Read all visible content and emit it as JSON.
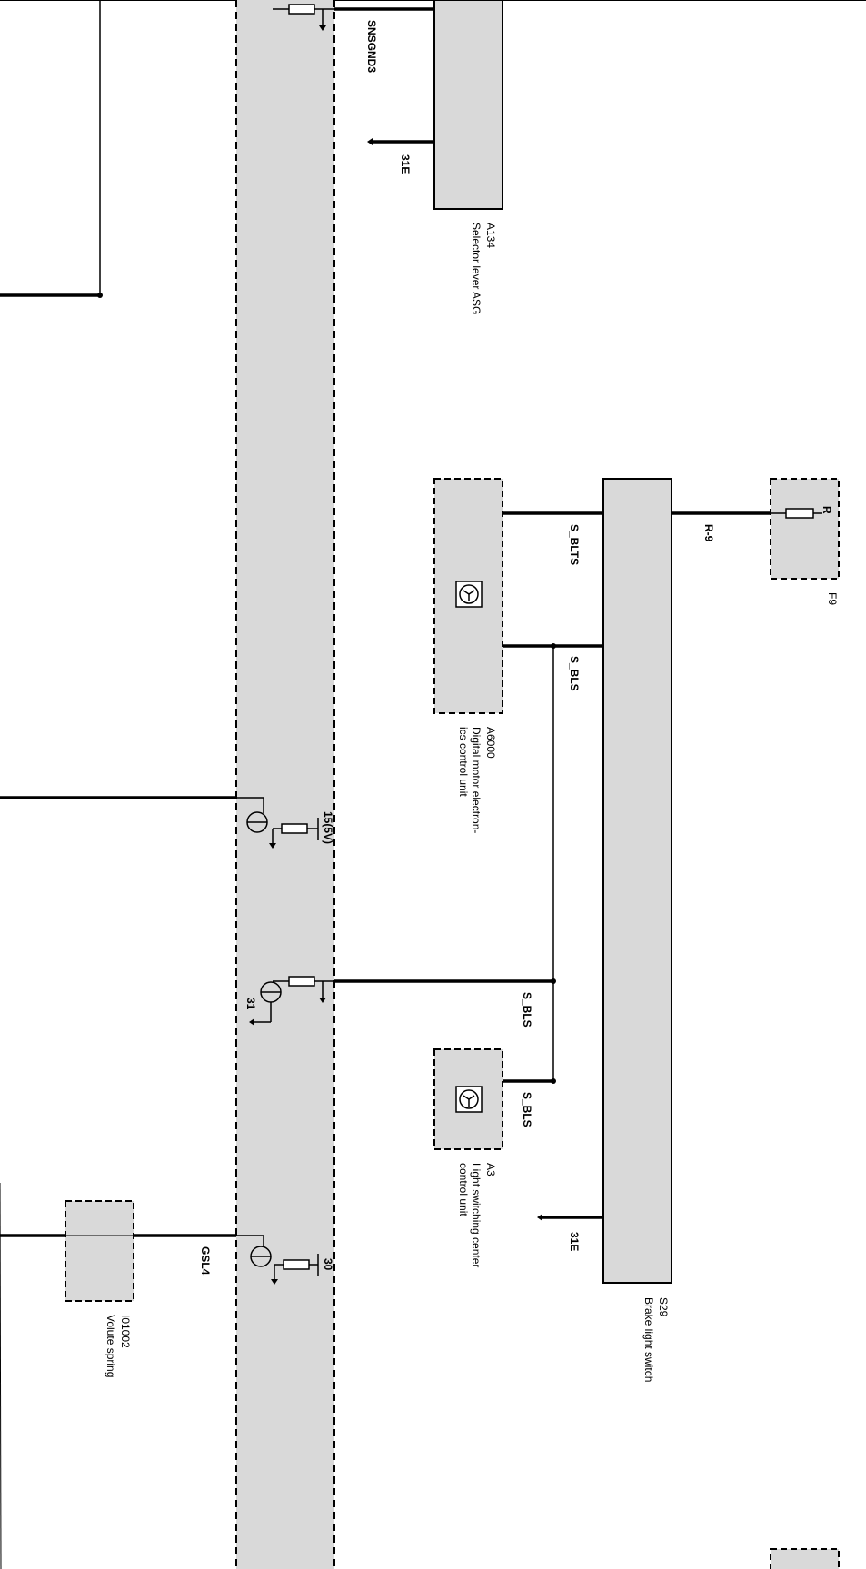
{
  "components": {
    "a134": {
      "id": "A134",
      "name": "Selector lever ASG"
    },
    "a6000": {
      "id": "A6000",
      "name_l1": "Digital motor electron-",
      "name_l2": "ics control unit"
    },
    "a3": {
      "id": "A3",
      "name_l1": "Light switching center",
      "name_l2": "control unit"
    },
    "s29": {
      "id": "S29",
      "name": "Brake light switch"
    },
    "f9": {
      "id": "F9",
      "pin": "R"
    },
    "i01002": {
      "id": "I01002",
      "name": "Volute spring"
    }
  },
  "signals": {
    "snsgnd3": "SNSGND3",
    "ground_a134": "31E",
    "ground_s29": "31E",
    "s_blts": "S_BLTS",
    "s_bls_a6000": "S_BLS",
    "s_bls_module": "S_BLS",
    "s_bls_a3": "S_BLS",
    "r9": "R-9",
    "gsl4": "GSL4",
    "pin_15_5v": "15(5V)",
    "pin_31": "31",
    "pin_30": "30"
  },
  "colors": {
    "module_fill": "#d9d9d9",
    "line": "#000000"
  }
}
